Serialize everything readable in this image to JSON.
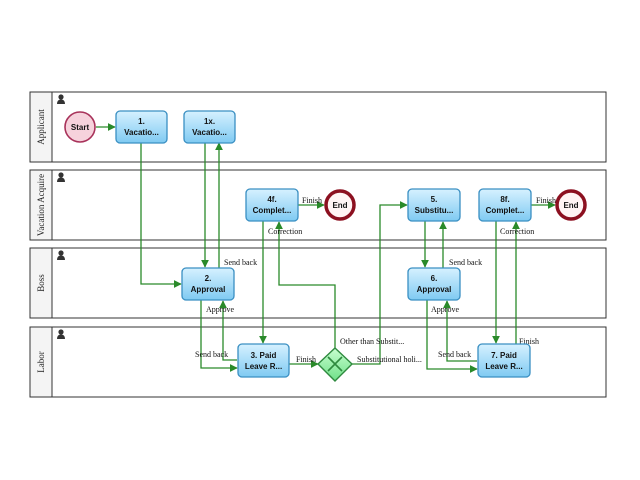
{
  "lanes": [
    {
      "id": "applicant",
      "label": "Applicant"
    },
    {
      "id": "vacation_acquire",
      "label": "Vacation Acquire"
    },
    {
      "id": "boss",
      "label": "Boss"
    },
    {
      "id": "labor",
      "label": "Labor"
    }
  ],
  "events": [
    {
      "id": "start",
      "label": "Start",
      "type": "start"
    },
    {
      "id": "end1",
      "label": "End",
      "type": "end"
    },
    {
      "id": "end2",
      "label": "End",
      "type": "end"
    }
  ],
  "tasks": [
    {
      "id": "t1",
      "line1": "1.",
      "line2": "Vacatio..."
    },
    {
      "id": "t1x",
      "line1": "1x.",
      "line2": "Vacatio..."
    },
    {
      "id": "t4f",
      "line1": "4f.",
      "line2": "Complet..."
    },
    {
      "id": "t5",
      "line1": "5.",
      "line2": "Substitu..."
    },
    {
      "id": "t8f",
      "line1": "8f.",
      "line2": "Complet..."
    },
    {
      "id": "t2",
      "line1": "2.",
      "line2": "Approval"
    },
    {
      "id": "t6",
      "line1": "6.",
      "line2": "Approval"
    },
    {
      "id": "t3",
      "line1": "3. Paid",
      "line2": "Leave R..."
    },
    {
      "id": "t7",
      "line1": "7. Paid",
      "line2": "Leave R..."
    }
  ],
  "edge_labels": {
    "send_back_1": "Send back",
    "approve_1": "Approve",
    "send_back_2": "Send back",
    "finish_1": "Finish",
    "correction_1": "Correction",
    "finish_2": "Finish",
    "other_than": "Other than Substit...",
    "substitutional": "Substitutional holi...",
    "send_back_3": "Send back",
    "approve_2": "Approve",
    "send_back_4": "Send back",
    "finish_3": "Finish",
    "finish_4": "Finish",
    "correction_2": "Correction"
  },
  "colors": {
    "edge": "#2a8a2a",
    "task_fill": "#8fd3f5",
    "task_stroke": "#3a8fc2",
    "start_fill": "#f6d2dc",
    "start_stroke": "#a8325a",
    "end_stroke": "#8c1020",
    "gateway_fill": "#8ff0a0",
    "gateway_stroke": "#2f8a3f",
    "lane_stroke": "#333333"
  }
}
